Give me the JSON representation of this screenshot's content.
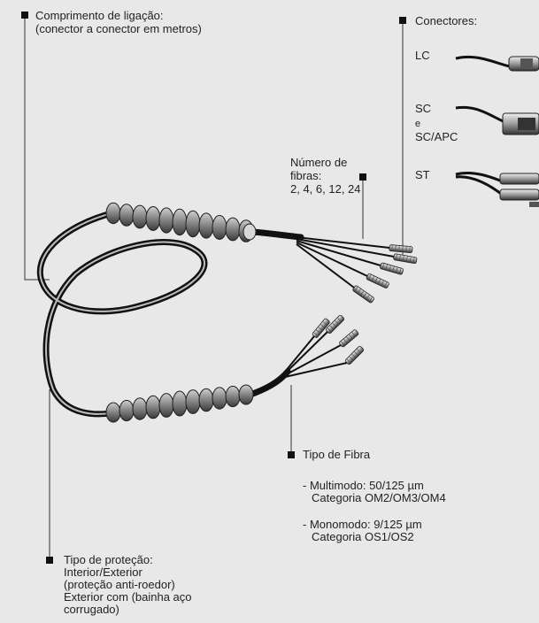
{
  "labels": {
    "length_title": "Comprimento de ligação:",
    "length_sub": "(conector a conector em metros)",
    "connectors_title": "Conectores:",
    "conn_lc": "LC",
    "conn_sc_1": "SC",
    "conn_sc_2": "e",
    "conn_sc_3": "SC/APC",
    "conn_st": "ST",
    "fibers_1": "Número de",
    "fibers_2": "fibras:",
    "fibers_3": "2, 4, 6, 12, 24",
    "fiber_type_title": "Tipo de Fibra",
    "mm_1": "- Multimodo: 50/125 µm",
    "mm_2": "Categoria OM2/OM3/OM4",
    "sm_1": "- Monomodo: 9/125 µm",
    "sm_2": "Categoria OS1/OS2",
    "prot_title": "Tipo de proteção:",
    "prot_2": "Interior/Exterior",
    "prot_3": "(proteção anti-roedor)",
    "prot_4": "Exterior com (bainha aço",
    "prot_5": "corrugado)"
  },
  "colors": {
    "background": "#e8e8e8",
    "cable": "#1a1a1a",
    "jacket": "#9a9a9a",
    "leader": "#333333"
  }
}
